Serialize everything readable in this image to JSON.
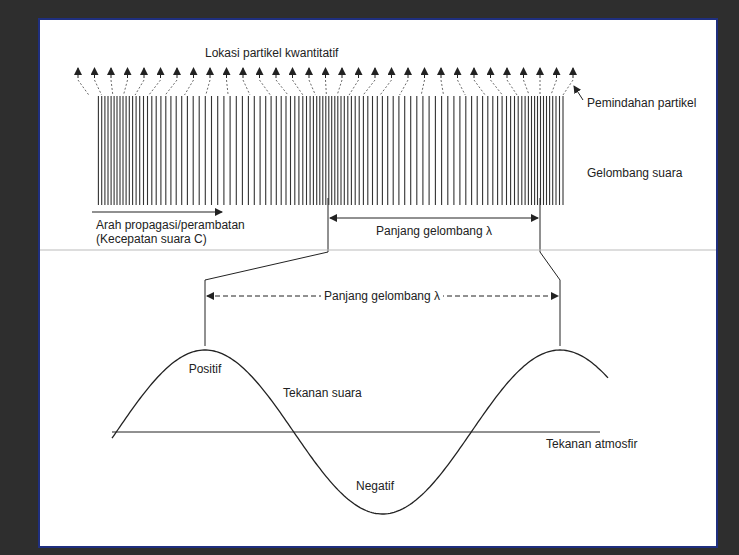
{
  "diagram": {
    "labels": [
      "Lokasi partikel kwantitatif",
      "Pemindahan partikel",
      "Gelombang suara",
      "Arah propagasi/perambatan (Kecepatan suara C)",
      "Panjang gelombang λ",
      "Panjang gelombang λ",
      "Positif",
      "Tekanan suara",
      "Negatif",
      "Tekanan atmosfir"
    ]
  }
}
